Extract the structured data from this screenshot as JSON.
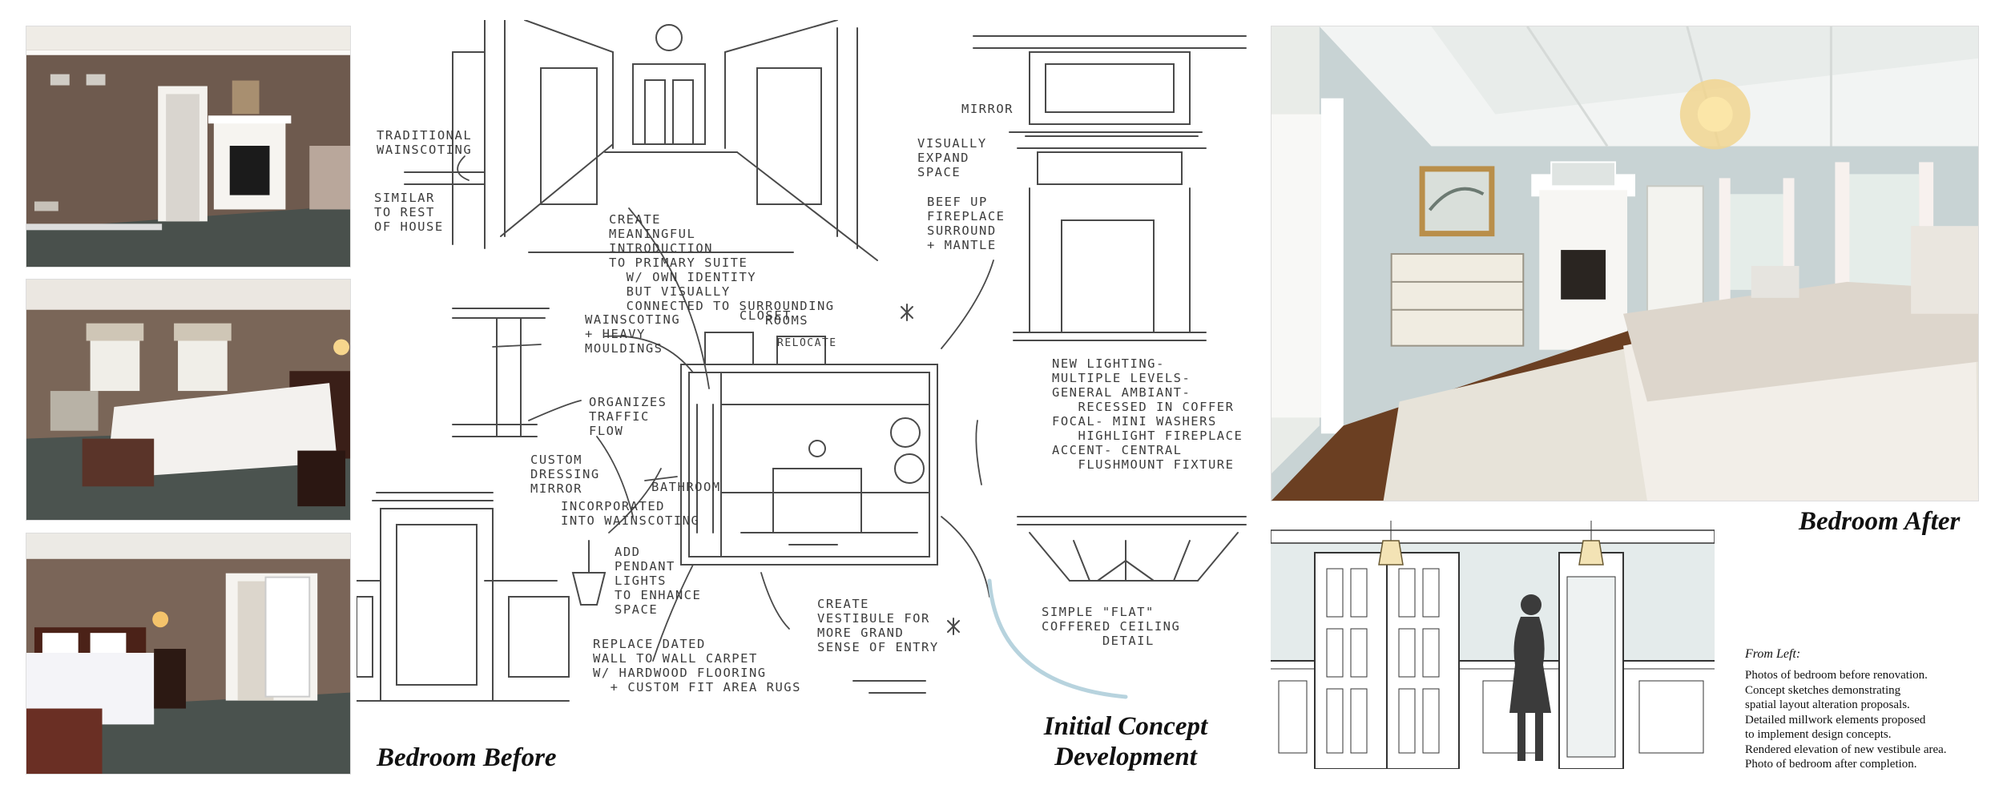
{
  "captions": {
    "before": "Bedroom Before",
    "concept_line1": "Initial Concept",
    "concept_line2": "Development",
    "after": "Bedroom After"
  },
  "sketch_notes": {
    "traditional": "TRADITIONAL\nWAINSCOTING",
    "similar": "SIMILAR\nTO REST\nOF HOUSE",
    "meaningful": "CREATE\nMEANINGFUL\nINTRODUCTION\nTO PRIMARY SUITE\n  W/ OWN IDENTITY\n  BUT VISUALLY\n  CONNECTED TO SURROUNDING\n                  ROOMS",
    "mirror": "MIRROR",
    "visually": "VISUALLY\nEXPAND\nSPACE",
    "beef": "BEEF UP\nFIREPLACE\nSURROUND\n+ MANTLE",
    "wainscoting_heavy": "WAINSCOTING\n+ HEAVY\nMOULDINGS",
    "closet": "CLOSET",
    "relocate": "RELOCATE",
    "organizes": "ORGANIZES\nTRAFFIC\nFLOW",
    "lighting": "NEW LIGHTING-\nMULTIPLE LEVELS-\nGENERAL AMBIANT-\n   RECESSED IN COFFER\nFOCAL- MINI WASHERS\n   HIGHLIGHT FIREPLACE\nACCENT- CENTRAL\n   FLUSHMOUNT FIXTURE",
    "custom_mirror": "CUSTOM\nDRESSING\nMIRROR",
    "incorporated": "INCORPORATED\nINTO WAINSCOTING",
    "bathroom": "BATHROOM",
    "pendant": "ADD\nPENDANT\nLIGHTS\nTO ENHANCE\nSPACE",
    "vestibule": "CREATE\nVESTIBULE FOR\nMORE GRAND\nSENSE OF ENTRY",
    "ceiling": "SIMPLE \"FLAT\"\nCOFFERED CEILING\n       DETAIL",
    "carpet": "REPLACE DATED\nWALL TO WALL CARPET\nW/ HARDWOOD FLOORING\n  + CUSTOM FIT AREA RUGS"
  },
  "legend": {
    "heading": "From Left:",
    "lines": [
      "Photos of bedroom before renovation.",
      "Concept sketches demonstrating",
      "spatial layout alteration proposals.",
      "Detailed millwork elements proposed",
      "to implement design concepts.",
      "Rendered elevation of new vestibule area.",
      "Photo of bedroom after completion."
    ]
  },
  "colors": {
    "wall_before": "#6e5a4e",
    "carpet_before": "#49504c",
    "wall_after": "#c8d3d4",
    "wood_floor": "#6b3f22",
    "sketch_line": "#4a4a4a",
    "accent_arc": "#b7d3de"
  }
}
